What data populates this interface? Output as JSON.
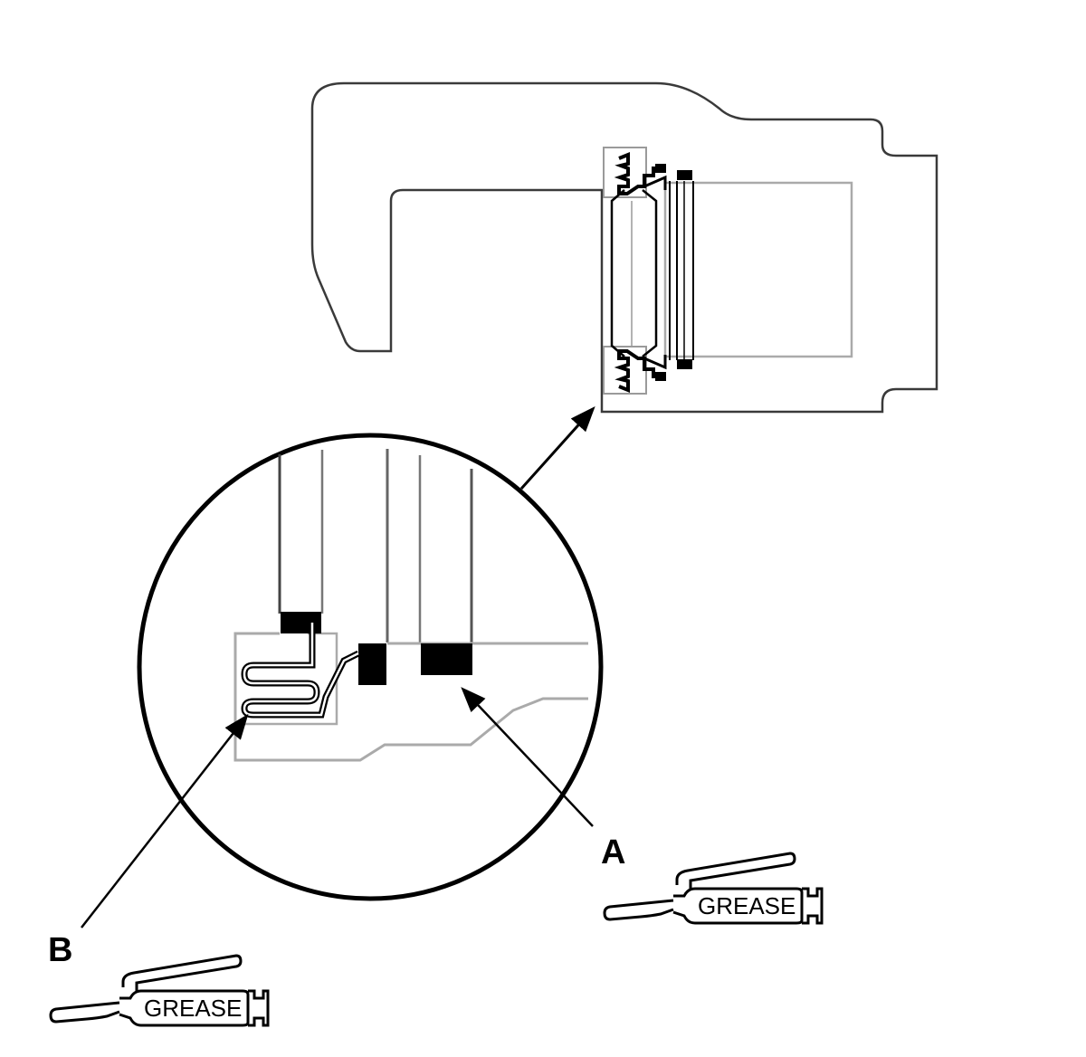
{
  "callouts": {
    "a": {
      "label": "A",
      "tool_text": "GREASE"
    },
    "b": {
      "label": "B",
      "tool_text": "GREASE"
    }
  },
  "colors": {
    "outline_dark": "#3a3a3a",
    "outline_light": "#9a9a9a",
    "ink": "#000000",
    "background": "#ffffff"
  },
  "icons": {
    "grease_gun": "grease-gun-icon",
    "arrow": "arrow-icon"
  }
}
